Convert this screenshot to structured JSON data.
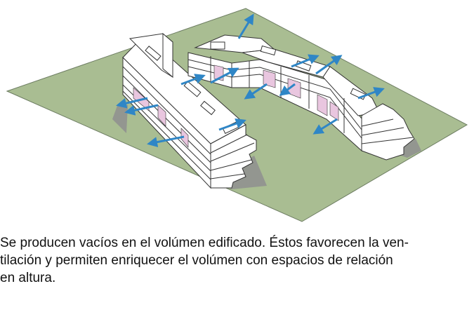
{
  "caption": {
    "lines": [
      "Se producen vacíos en el volúmen edificado. Éstos favorecen la ven-",
      "tilación y permiten enriquecer el volúmen con espacios de relación",
      "en altura."
    ]
  },
  "colors": {
    "ground": "#a9bd92",
    "building": "#ffffff",
    "voids": "#e9c6df",
    "arrows": "#2f86c6",
    "shadow": "#8f8f8f"
  },
  "icons": [
    "ventilation-arrow-icon"
  ]
}
